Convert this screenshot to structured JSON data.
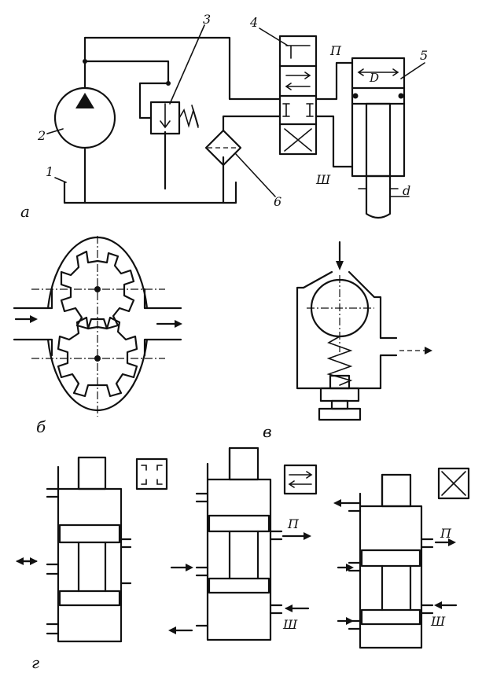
{
  "panels": {
    "a": {
      "label": "а",
      "callouts": [
        "1",
        "2",
        "3",
        "4",
        "5",
        "6"
      ],
      "ports": {
        "p": "П",
        "sh": "Ш"
      },
      "dims": {
        "D": "D",
        "d": "d"
      }
    },
    "b": {
      "label": "б"
    },
    "v": {
      "label": "в"
    },
    "g": {
      "label": "г",
      "ports": {
        "p": "П",
        "sh": "Ш"
      }
    }
  }
}
